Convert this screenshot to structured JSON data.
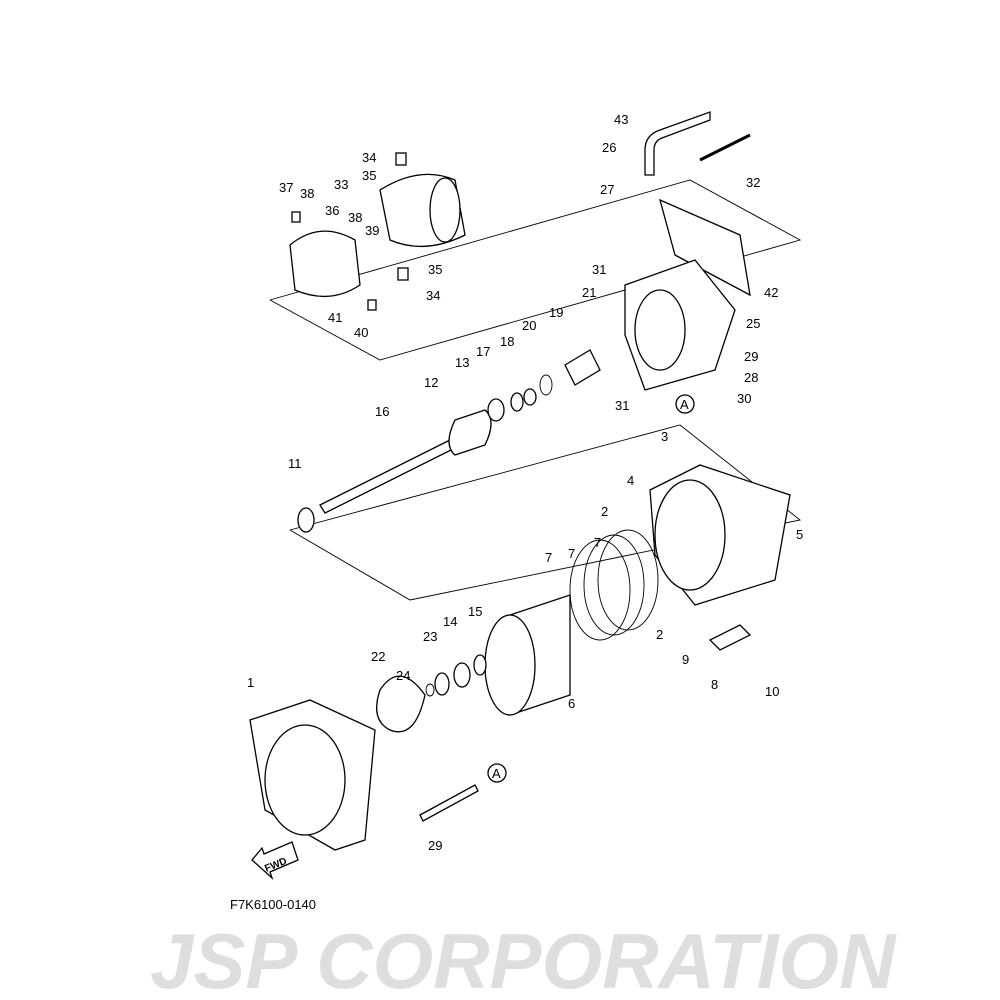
{
  "watermark": "JSP CORPORATION",
  "diagram_code": "F7K6100-0140",
  "fwd_label": "FWD",
  "ref_marker": "A",
  "callouts": [
    "43",
    "26",
    "27",
    "32",
    "42",
    "34",
    "35",
    "33",
    "37",
    "38",
    "36",
    "38",
    "39",
    "35",
    "34",
    "41",
    "40",
    "31",
    "21",
    "19",
    "20",
    "18",
    "17",
    "13",
    "12",
    "16",
    "25",
    "29",
    "28",
    "30",
    "31",
    "11",
    "3",
    "4",
    "5",
    "2",
    "7",
    "7",
    "7",
    "2",
    "9",
    "8",
    "10",
    "6",
    "22",
    "24",
    "23",
    "14",
    "15",
    "1",
    "29"
  ]
}
